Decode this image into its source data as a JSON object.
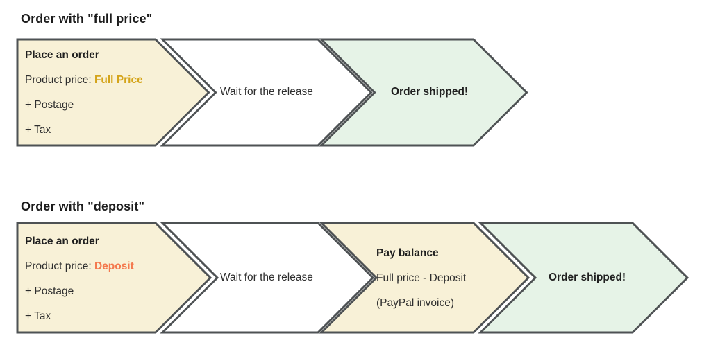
{
  "colors": {
    "step_fill_order": "#f8f1d7",
    "step_fill_wait": "#ffffff",
    "step_fill_shipped": "#e6f3e7",
    "accent_full_price": "#d4a41a",
    "accent_deposit": "#f4794e",
    "shape_border": "#4e5254"
  },
  "row1": {
    "heading": "Order with \"full price\"",
    "step1": {
      "title": "Place an order",
      "price_label": "Product price: ",
      "price_value": "Full Price",
      "extra1": "+ Postage",
      "extra2": "+ Tax"
    },
    "step2": {
      "label": "Wait for the release"
    },
    "step3": {
      "label": "Order shipped!"
    }
  },
  "row2": {
    "heading": "Order with \"deposit\"",
    "step1": {
      "title": "Place an order",
      "price_label": "Product price: ",
      "price_value": "Deposit",
      "extra1": "+ Postage",
      "extra2": "+ Tax"
    },
    "step2": {
      "label": "Wait for the release"
    },
    "step3": {
      "title": "Pay balance",
      "line1": "Full price - Deposit",
      "line2": "(PayPal invoice)"
    },
    "step4": {
      "label": "Order shipped!"
    }
  }
}
